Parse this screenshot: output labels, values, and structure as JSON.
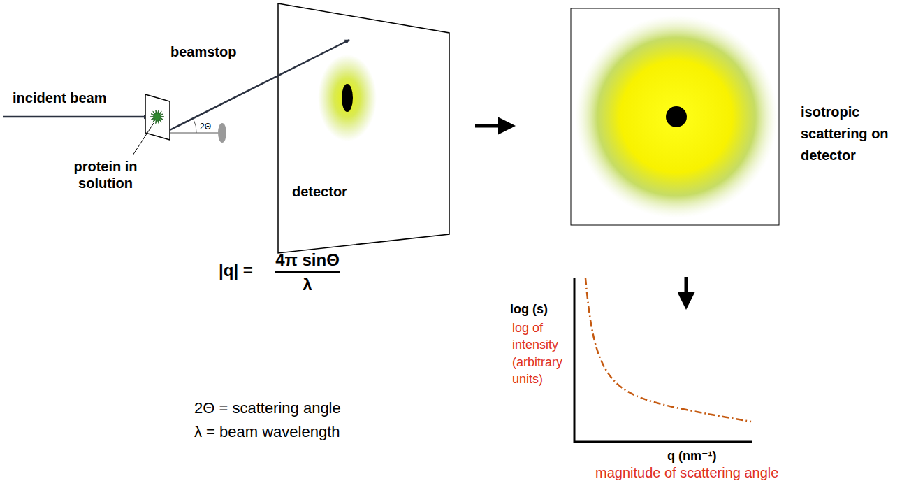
{
  "diagram": {
    "labels": [
      "incident beam",
      "beamstop",
      "protein in solution",
      "2Θ",
      "detector",
      "isotropic scattering on detector",
      "|q| =",
      "4π sinΘ",
      "λ",
      "2Θ = scattering angle",
      "λ = beam wavelength",
      "log (s)",
      "log of intensity (arbitrary units)",
      "q (nm⁻¹)",
      "magnitude of scattering angle"
    ]
  }
}
